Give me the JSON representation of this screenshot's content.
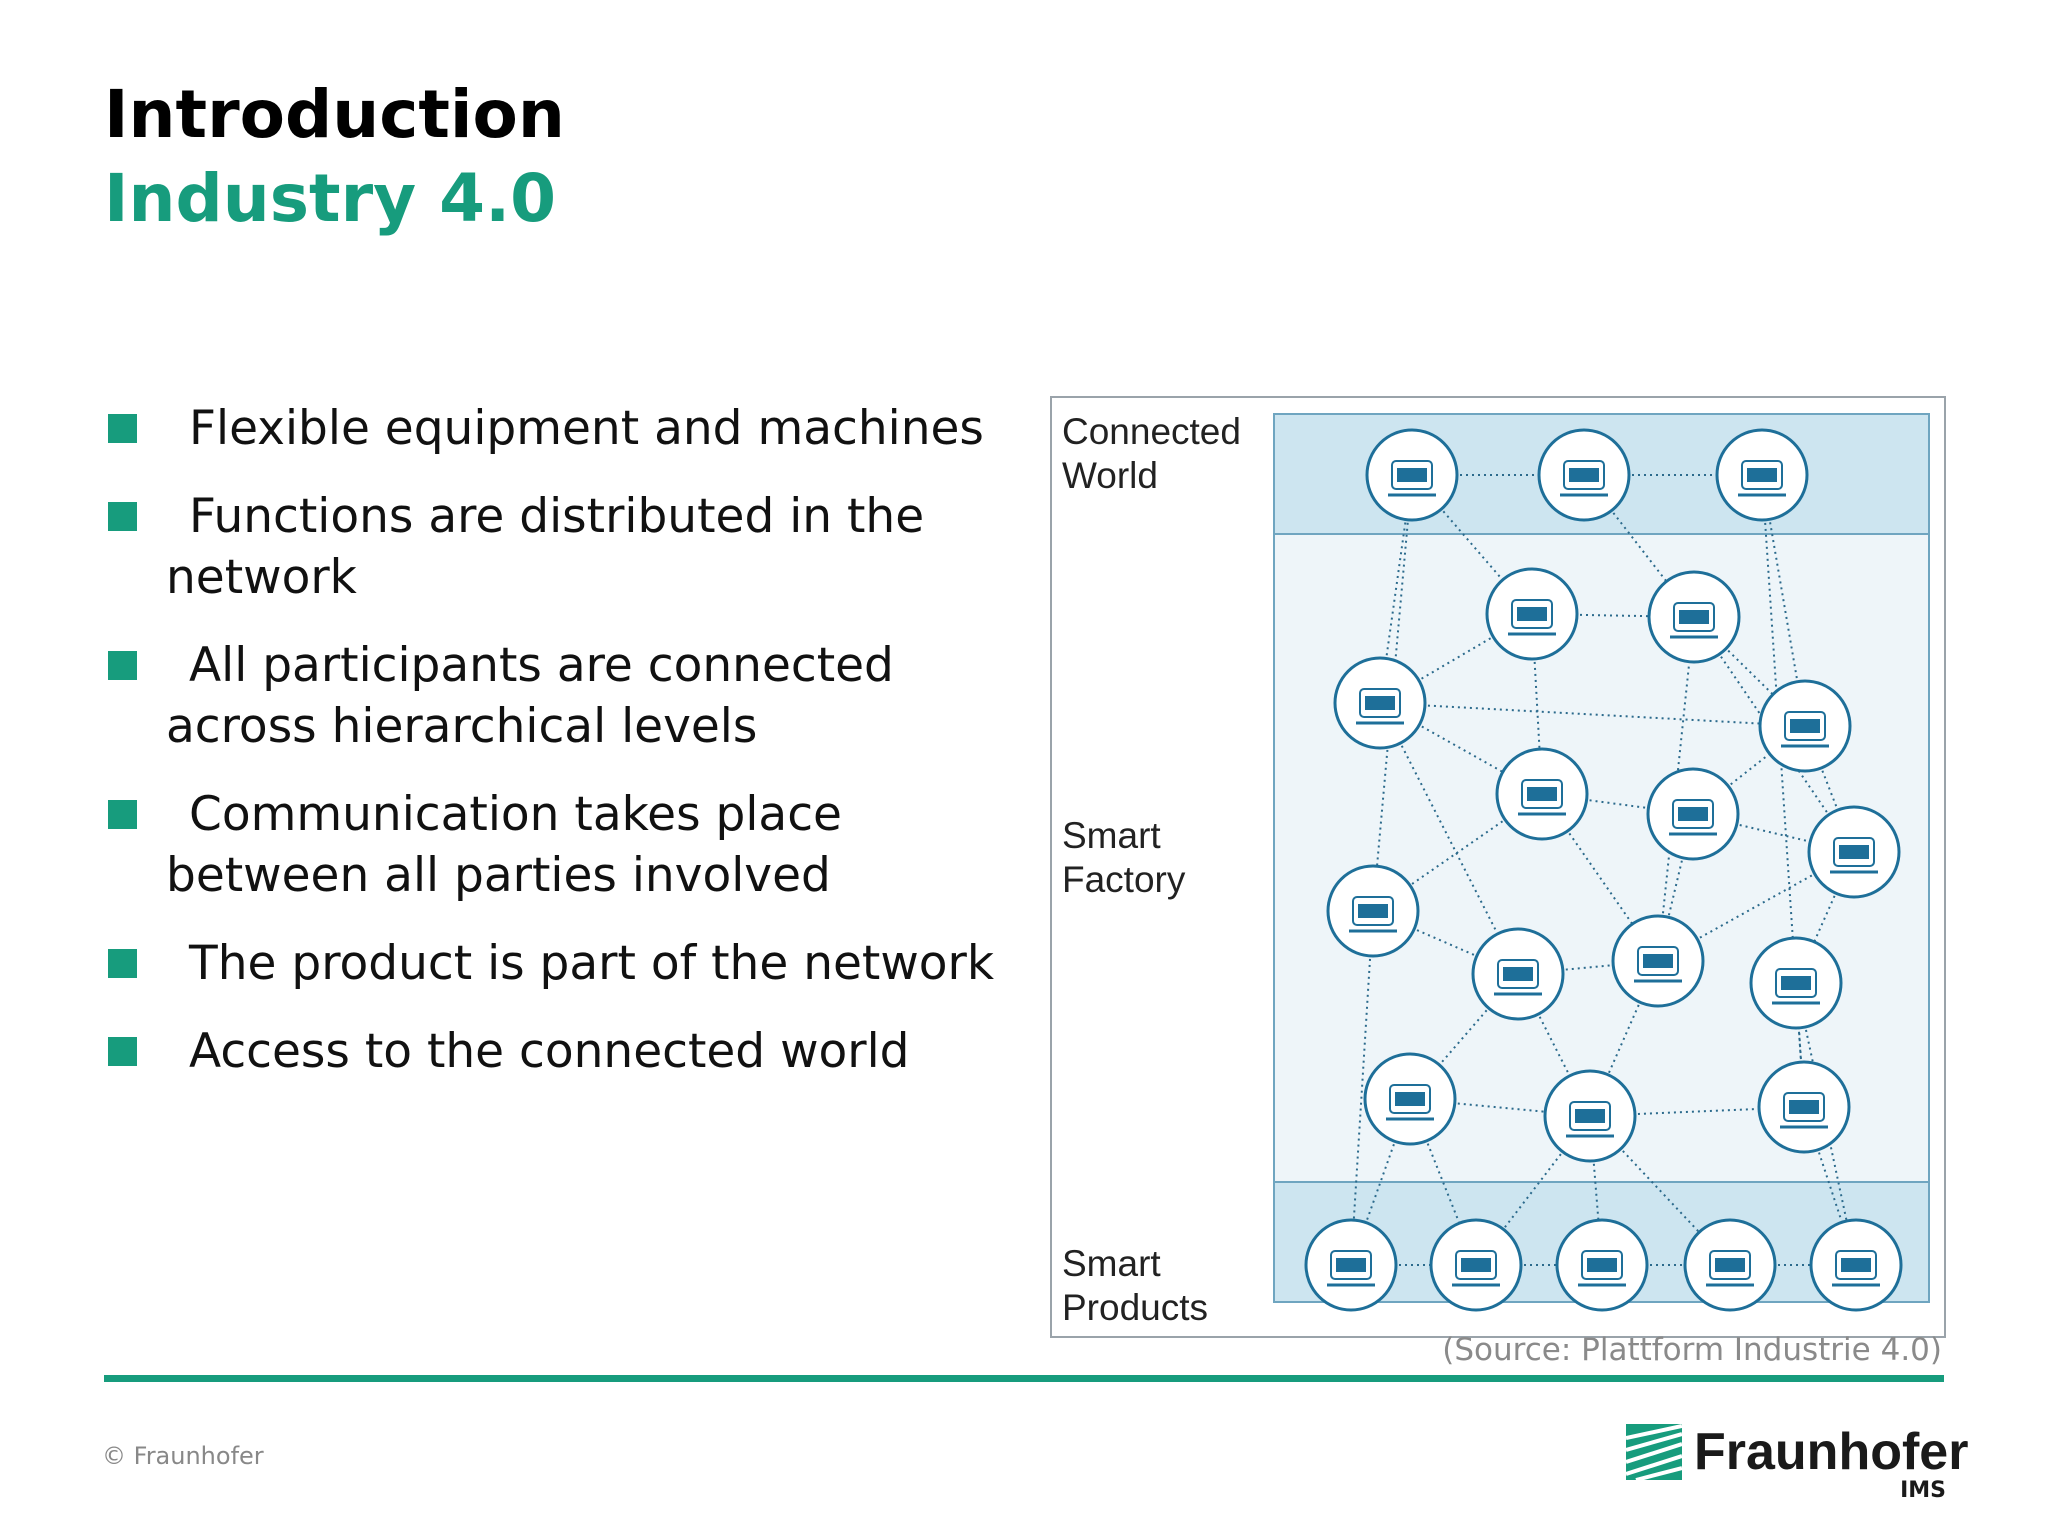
{
  "slide": {
    "title": "Introduction",
    "subtitle": "Industry 4.0",
    "bullets": [
      "Flexible equipment and machines",
      "Functions are distributed in the network",
      "All participants are connected across hierarchical levels",
      "Communication takes place between all parties involved",
      "The product is part of the network",
      "Access to the connected world"
    ]
  },
  "figure": {
    "layers": [
      "Connected\nWorld",
      "Smart\nFactory",
      "Smart\nProducts"
    ],
    "source": "(Source: Plattform Industrie 4.0)",
    "icons": {
      "connected_world": [
        "cloud-circuit-icon",
        "globe-icon",
        "cloud-computers-icon"
      ],
      "smart_factory": [
        "office-building-icon",
        "factory-icon",
        "robot-cart-icon",
        "refinery-icon",
        "robot-arm-conveyor-icon",
        "gears-icon",
        "steam-valve-icon",
        "laptop-tools-icon",
        "spreadsheet-icon",
        "idea-worker-icon",
        "laptop-chart-icon",
        "motor-icon",
        "barcode-scanner-icon",
        "pipe-valve-icon"
      ],
      "smart_products": [
        "tractor-icon",
        "washing-machine-icon",
        "monitor-icon",
        "engine-icon",
        "car-icon"
      ]
    },
    "colors": {
      "accent": "#179c7d",
      "icon": "#1e6f99",
      "band": "#cde5f0",
      "panel": "#eef5f9"
    }
  },
  "footer": {
    "copyright": "© Fraunhofer",
    "logo": {
      "wordmark": "Fraunhofer",
      "unit": "IMS"
    }
  }
}
